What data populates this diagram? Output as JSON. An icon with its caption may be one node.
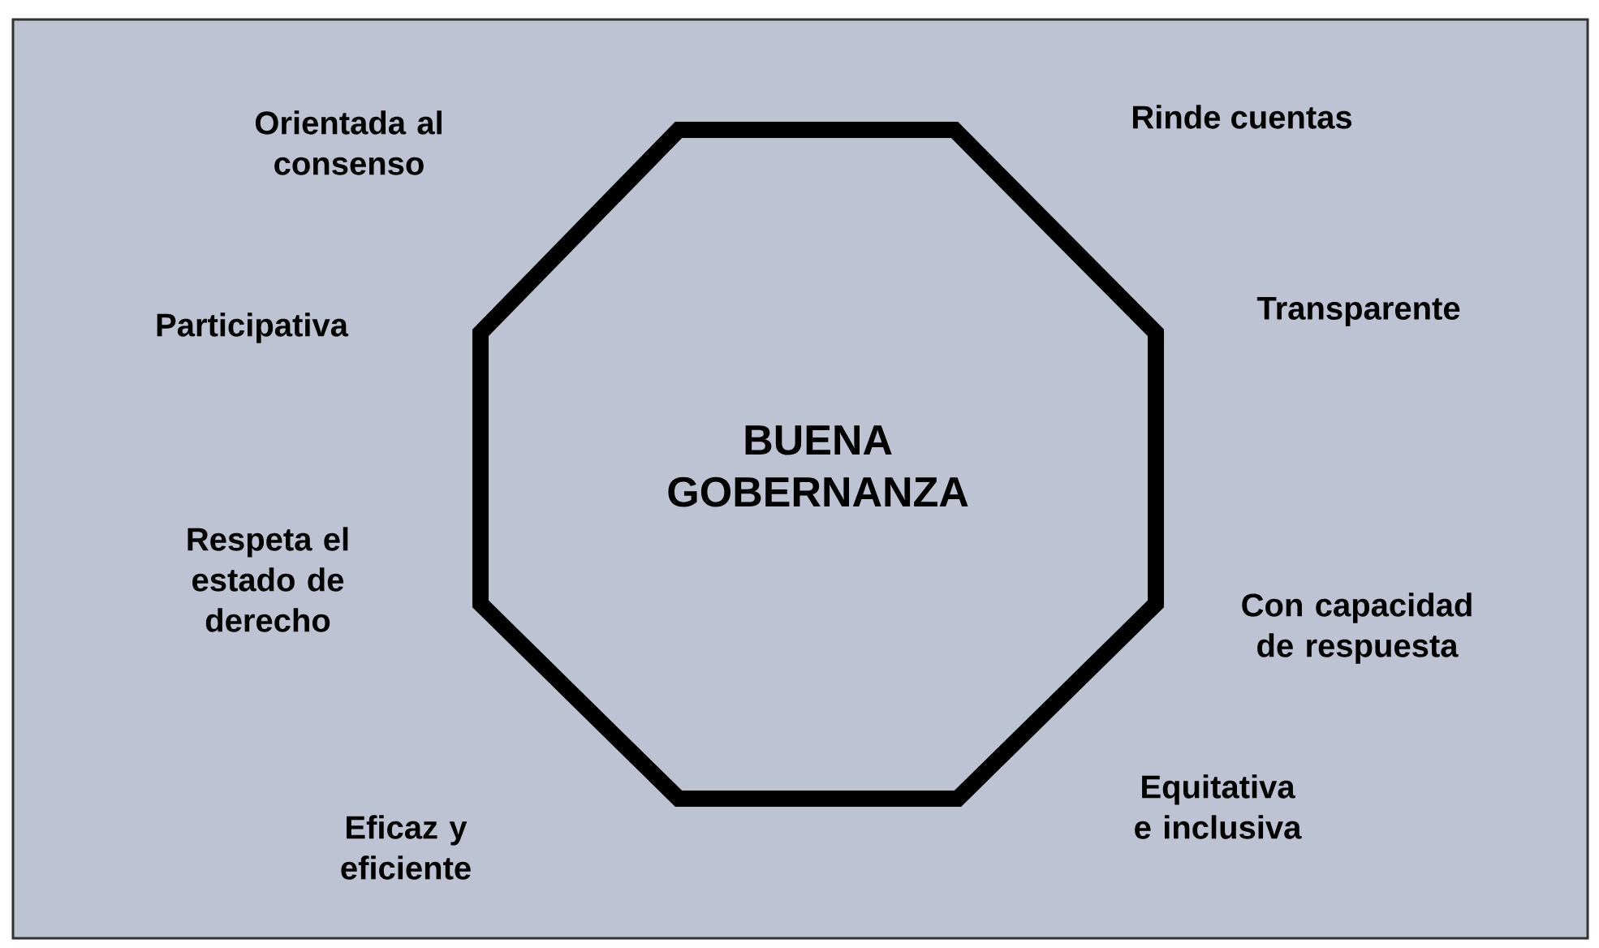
{
  "diagram": {
    "nodes": [
      {
        "text": [
          "BUENA GOBERNANZA"
        ]
      }
    ],
    "labels": [
      "Orientada al consenso",
      "Rinde cuentas",
      "Participativa",
      "Transparente",
      "Respeta el estado de derecho",
      "Con capacidad de respuesta",
      "Equitativa e inclusiva",
      "Eficaz y eficiente"
    ]
  }
}
